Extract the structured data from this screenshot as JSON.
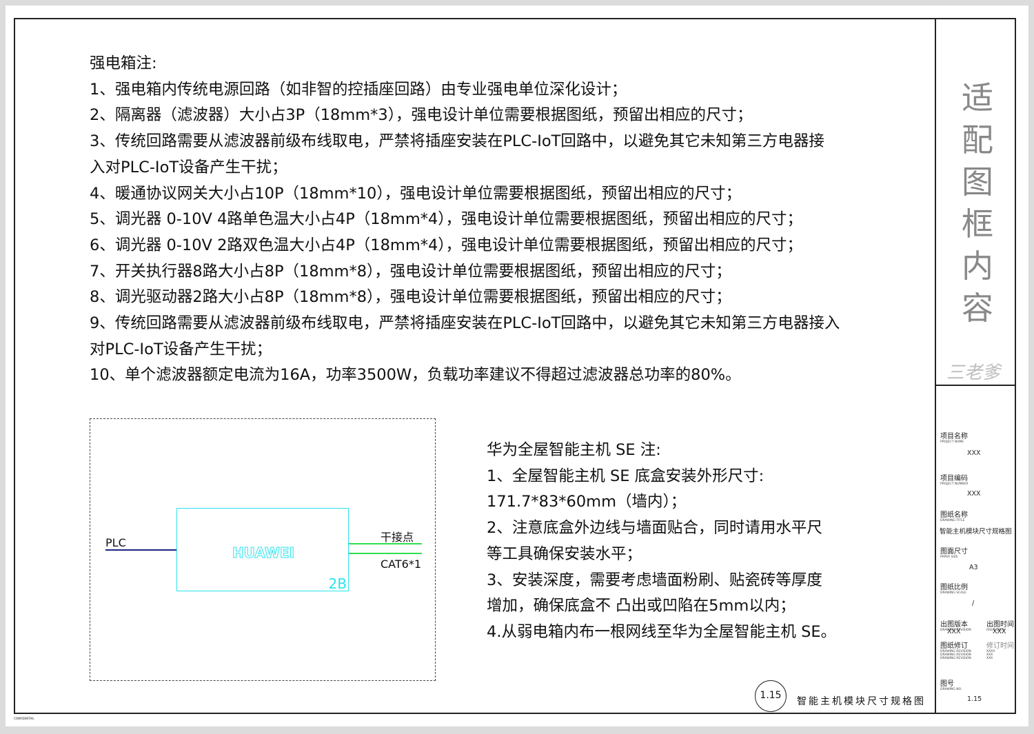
{
  "notes": {
    "title": "强电箱注:",
    "lines": [
      "1、强电箱内传统电源回路（如非智的控插座回路）由专业强电单位深化设计；",
      "2、隔离器（滤波器）大小占3P（18mm*3），强电设计单位需要根据图纸，预留出相应的尺寸；",
      "3、传统回路需要从滤波器前级布线取电，严禁将插座安装在PLC-IoT回路中，以避免其它未知第三方电器接",
      "入对PLC-IoT设备产生干扰；",
      "4、暖通协议网关大小占10P（18mm*10），强电设计单位需要根据图纸，预留出相应的尺寸；",
      "5、调光器 0-10V 4路单色温大小占4P（18mm*4），强电设计单位需要根据图纸，预留出相应的尺寸；",
      "6、调光器 0-10V 2路双色温大小占4P（18mm*4），强电设计单位需要根据图纸，预留出相应的尺寸；",
      "7、开关执行器8路大小占8P（18mm*8），强电设计单位需要根据图纸，预留出相应的尺寸；",
      "8、调光驱动器2路大小占8P（18mm*8），强电设计单位需要根据图纸，预留出相应的尺寸；",
      "9、传统回路需要从滤波器前级布线取电，严禁将插座安装在PLC-IoT回路中，以避免其它未知第三方电器接入",
      "对PLC-IoT设备产生干扰；",
      "10、单个滤波器额定电流为16A，功率3500W，负载功率建议不得超过滤波器总功率的80%。"
    ]
  },
  "diagram": {
    "device_brand": "HUAWEI",
    "device_tag": "2B",
    "plc_label": "PLC",
    "dry_contact_label": "干接点",
    "cat_label": "CAT6*1"
  },
  "se_notes": {
    "title": "华为全屋智能主机 SE 注:",
    "lines": [
      "1、全屋智能主机 SE 底盒安装外形尺寸:",
      "171.7*83*60mm（墙内）；",
      "2、注意底盒外边线与墙面贴合，同时请用水平尺",
      "等工具确保安装水平；",
      "3、安装深度，需要考虑墙面粉刷、贴瓷砖等厚度",
      "增加，确保底盒不 凸出或凹陷在5mm以内；",
      "4.从弱电箱内布一根网线至华为全屋智能主机 SE。"
    ]
  },
  "sidebar": {
    "title_chars": [
      "适",
      "配",
      "图",
      "框",
      "内",
      "容"
    ],
    "signature": "三老爹",
    "project_name_label": "项目名称",
    "project_name_en": "PROJECT NAME",
    "project_name_value": "XXX",
    "project_number_label": "项目编码",
    "project_number_en": "PROJECT NUMBER",
    "project_number_value": "XXX",
    "drawing_title_label": "图纸名称",
    "drawing_title_en": "DRAWING TITLE",
    "drawing_title_value": "智能主机模块尺寸规格图",
    "paper_size_label": "图面尺寸",
    "paper_size_en": "PAPER SIZE",
    "paper_size_value": "A3",
    "scale_label": "图纸比例",
    "scale_en": "DRAWING SCALE",
    "scale_value": "/",
    "revision_label": "出图版本",
    "revision_en": "DRAWING REVISION",
    "revision_value": "XXX",
    "issue_date_label": "出图时间",
    "issue_date_en": "ISSUE DATE",
    "issue_date_value": "XXX",
    "drawing_rev_label": "图纸修订",
    "drawing_rev_en": "DRAWING REVISION",
    "rev_time_label": "修订时间",
    "rev_time_values": [
      "XXXX",
      "XXX",
      "XXX"
    ],
    "drawing_no_label": "图号",
    "drawing_no_en": "DRAWING NO.",
    "drawing_no_value": "1.15"
  },
  "footer": {
    "number": "1.15",
    "title": "智能主机模块尺寸规格图",
    "confidential": "CONFIDENTIAL"
  }
}
